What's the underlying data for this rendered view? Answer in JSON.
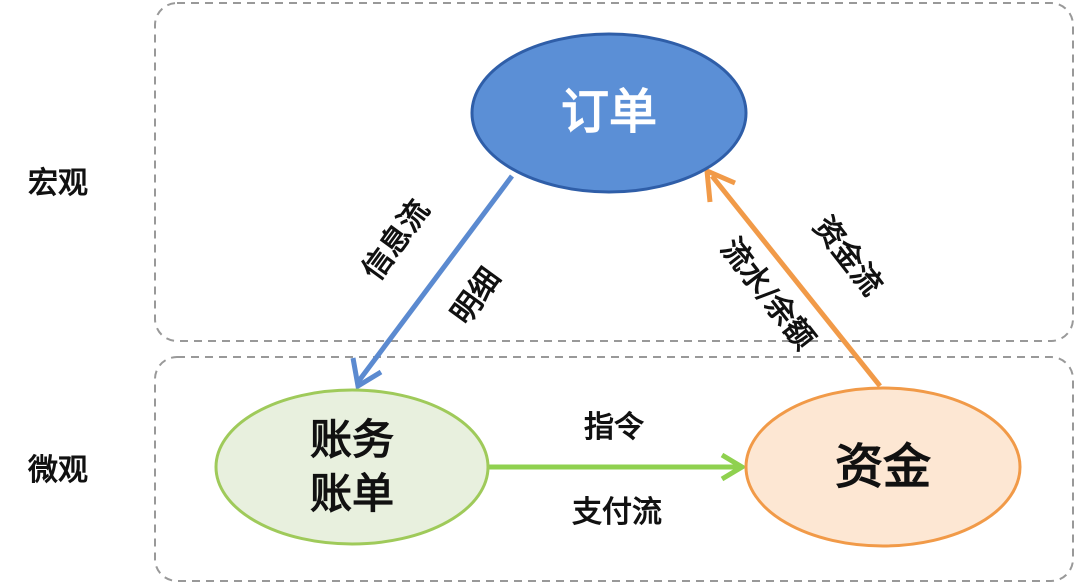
{
  "regions": {
    "macro": {
      "label": "宏观"
    },
    "micro": {
      "label": "微观"
    }
  },
  "nodes": {
    "order": {
      "label": "订单",
      "fill": "#5b8fd6",
      "stroke": "#2f5ea8",
      "text_color": "#ffffff"
    },
    "ledger": {
      "line1": "账务",
      "line2": "账单",
      "fill": "#e8f0de",
      "stroke": "#9fca5a"
    },
    "funds": {
      "label": "资金",
      "fill": "#fde7d3",
      "stroke": "#f19a48"
    }
  },
  "edges": {
    "info_flow": {
      "label_main": "信息流",
      "label_sub": "明细",
      "color": "#5b8ad0"
    },
    "fund_flow": {
      "label_main": "资金流",
      "label_sub": "流水/余额",
      "color": "#f19a48"
    },
    "pay_flow": {
      "label_top": "指令",
      "label_bottom": "支付流",
      "color": "#8fd14f"
    }
  }
}
